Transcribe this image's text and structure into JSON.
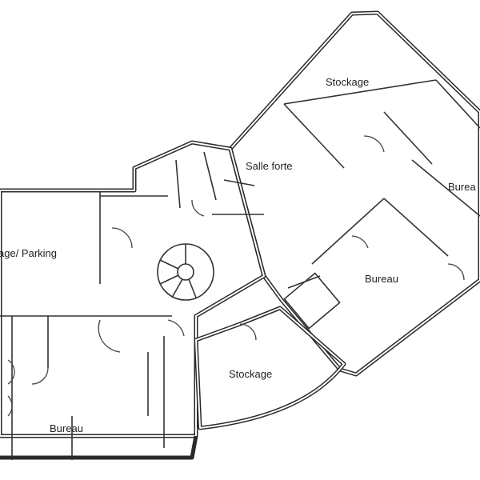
{
  "rooms": {
    "stockage_top": "Stockage",
    "salle_forte": "Salle forte",
    "bureau_right": "Burea",
    "bureau_center": "Bureau",
    "parking": "age/ Parking",
    "stockage_bottom": "Stockage",
    "bureau_bottom": "Bureau"
  }
}
